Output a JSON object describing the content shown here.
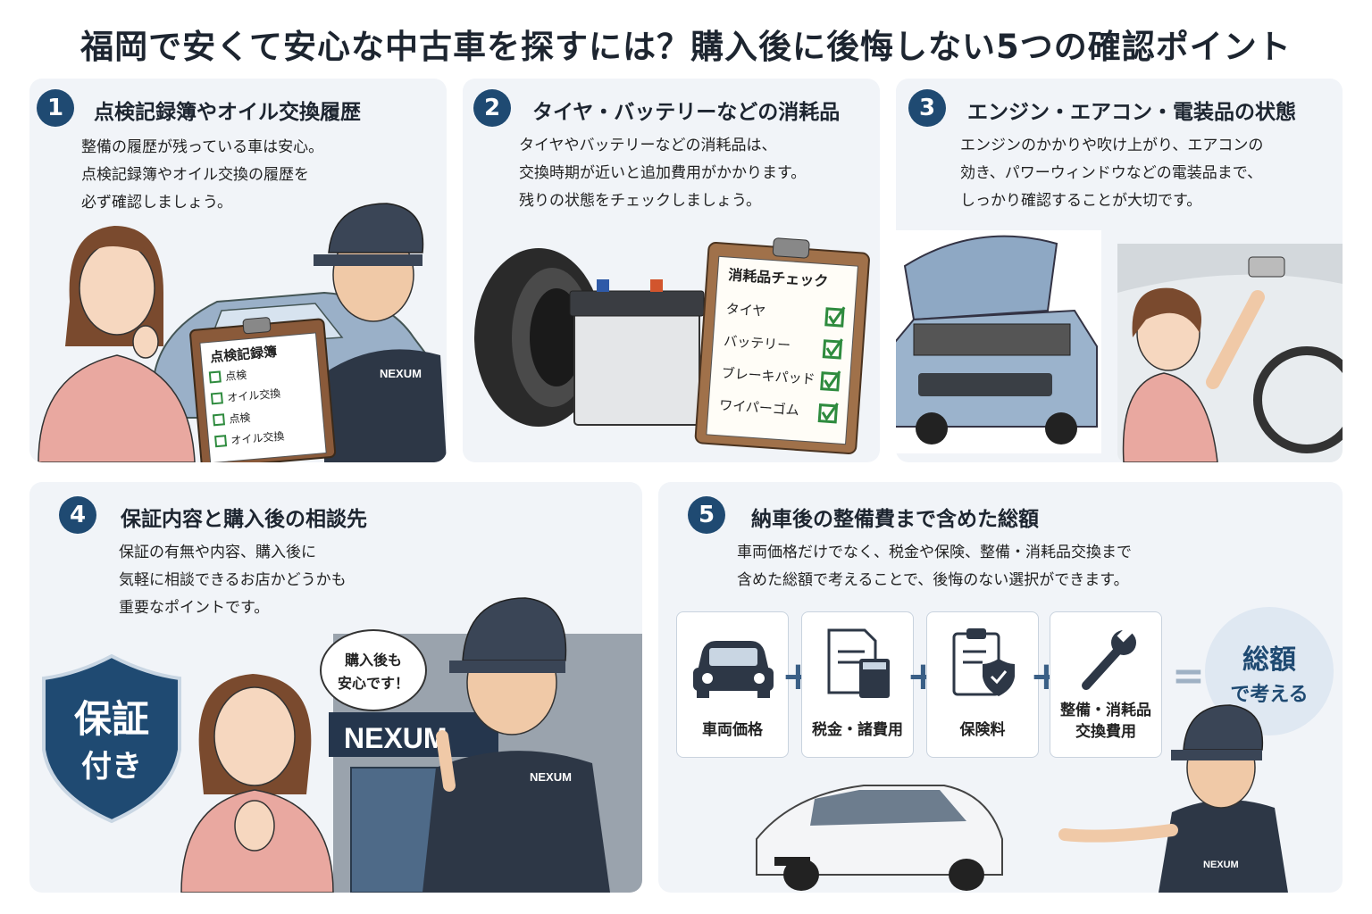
{
  "title": "福岡で安くて安心な中古車を探すには？購入後に後悔しない5つの確認ポイント",
  "points": [
    {
      "num": "1",
      "title": "点検記録簿やオイル交換履歴",
      "lines": [
        "整備の履歴が残っている車は安心。",
        "点検記録簿やオイル交換の履歴を",
        "必ず確認しましょう。"
      ],
      "clipboard": {
        "title": "点検記録簿",
        "items": [
          "点検",
          "オイル交換",
          "点検",
          "オイル交換"
        ]
      },
      "badge": "NEXUM"
    },
    {
      "num": "2",
      "title": "タイヤ・バッテリーなどの消耗品",
      "lines": [
        "タイヤやバッテリーなどの消耗品は、",
        "交換時期が近いと追加費用がかかります。",
        "残りの状態をチェックしましょう。"
      ],
      "clipboard": {
        "title": "消耗品チェック",
        "items": [
          "タイヤ",
          "バッテリー",
          "ブレーキパッド",
          "ワイパーゴム"
        ]
      }
    },
    {
      "num": "3",
      "title": "エンジン・エアコン・電装品の状態",
      "lines": [
        "エンジンのかかりや吹け上がり、エアコンの",
        "効き、パワーウィンドウなどの電装品まで、",
        "しっかり確認することが大切です。"
      ]
    },
    {
      "num": "4",
      "title": "保証内容と購入後の相談先",
      "lines": [
        "保証の有無や内容、購入後に",
        "気軽に相談できるお店かどうかも",
        "重要なポイントです。"
      ],
      "shield": [
        "保証",
        "付き"
      ],
      "bubble": [
        "購入後も",
        "安心です！"
      ],
      "store_sign": "NEXUM",
      "badge": "NEXUM"
    },
    {
      "num": "5",
      "title": "納車後の整備費まで含めた総額",
      "lines": [
        "車両価格だけでなく、税金や保険、整備・消耗品交換まで",
        "含めた総額で考えることで、後悔のない選択ができます。"
      ],
      "costs": [
        {
          "icon": "car-icon",
          "label": [
            "車両価格"
          ]
        },
        {
          "icon": "document-calculator-icon",
          "label": [
            "税金・諸費用"
          ]
        },
        {
          "icon": "clipboard-shield-icon",
          "label": [
            "保険料"
          ]
        },
        {
          "icon": "wrench-icon",
          "label": [
            "整備・消耗品",
            "交換費用"
          ]
        }
      ],
      "plus": "+",
      "equals": "=",
      "total": [
        "総額",
        "で考える"
      ],
      "badge": "NEXUM"
    }
  ],
  "colors": {
    "accent": "#1f4a72",
    "card_bg": "#f1f4f8",
    "check": "#2e8b3e",
    "uniform": "#2d3746"
  }
}
